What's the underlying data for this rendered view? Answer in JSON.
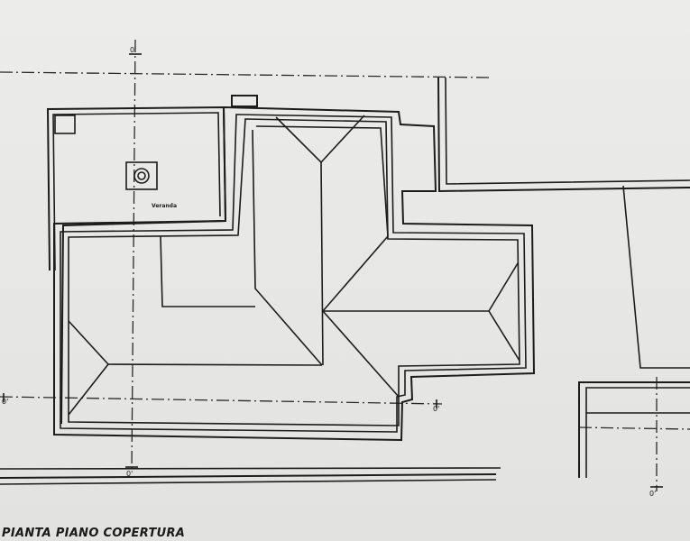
{
  "drawing": {
    "room_label": "Veranda",
    "title": "PIANTA PIANO COPERTURA",
    "axis_marks": [
      "0'",
      "0'",
      "0'",
      "0'",
      "0'"
    ]
  },
  "colors": {
    "paper": "#e8e8e6",
    "ink": "#1c1c1c"
  }
}
